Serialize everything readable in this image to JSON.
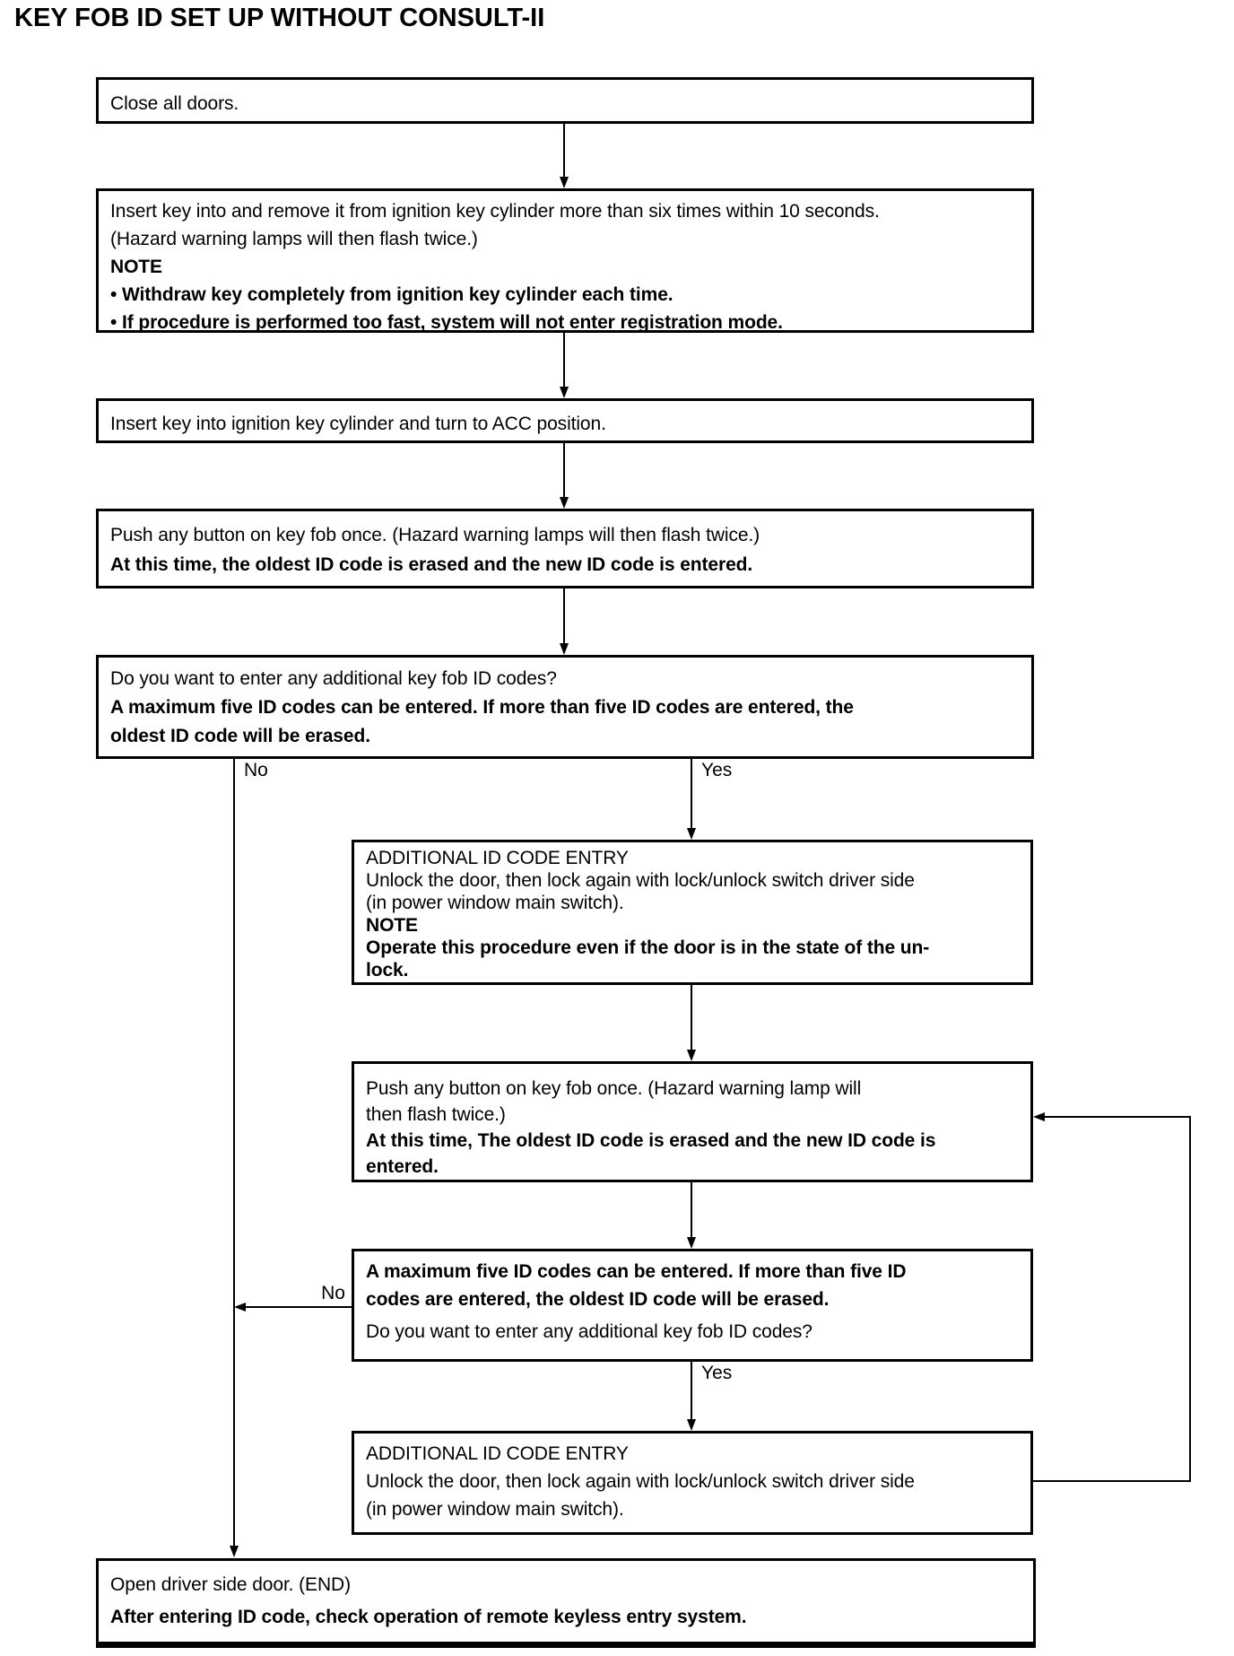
{
  "title": "KEY FOB ID SET UP WITHOUT CONSULT-II",
  "colors": {
    "line": "#000000",
    "background": "#ffffff"
  },
  "boxes": {
    "b1": {
      "lines": [
        {
          "t": "Close all doors.",
          "bold": false
        }
      ]
    },
    "b2": {
      "lines": [
        {
          "t": "Insert key into and remove it from ignition key cylinder more than six times within 10 seconds.",
          "bold": false
        },
        {
          "t": "(Hazard warning lamps will then flash twice.)",
          "bold": false
        },
        {
          "t": "NOTE",
          "bold": true
        },
        {
          "t": "• Withdraw key completely from ignition key cylinder each time.",
          "bold": true
        },
        {
          "t": "• If procedure is performed too fast, system will not enter registration mode.",
          "bold": true
        }
      ]
    },
    "b3": {
      "lines": [
        {
          "t": "Insert key into ignition key cylinder and turn to ACC position.",
          "bold": false
        }
      ]
    },
    "b4": {
      "lines": [
        {
          "t": "Push any button on key fob once. (Hazard warning lamps will then flash twice.)",
          "bold": false
        },
        {
          "t": "At this time, the oldest ID code is erased and the new ID code is entered.",
          "bold": true
        }
      ]
    },
    "b5": {
      "lines": [
        {
          "t": "Do you want to enter any additional key fob ID codes?",
          "bold": false
        },
        {
          "t": "A  maximum five ID codes can be entered. If more than five ID codes are entered, the",
          "bold": true
        },
        {
          "t": "oldest ID code will be erased.",
          "bold": true
        }
      ]
    },
    "b6": {
      "lines": [
        {
          "t": "ADDITIONAL ID CODE ENTRY",
          "bold": false
        },
        {
          "t": "Unlock the door, then lock again with lock/unlock switch driver side",
          "bold": false
        },
        {
          "t": "(in power window main switch).",
          "bold": false
        },
        {
          "t": "NOTE",
          "bold": true
        },
        {
          "t": "Operate this procedure even if the door is in the state of the un-",
          "bold": true
        },
        {
          "t": "lock.",
          "bold": true
        }
      ]
    },
    "b7": {
      "lines": [
        {
          "t": "Push any button on key fob once. (Hazard warning lamp will",
          "bold": false
        },
        {
          "t": "then flash twice.)",
          "bold": false
        },
        {
          "t": "At this time, The oldest ID code is erased and the new ID code is",
          "bold": true
        },
        {
          "t": "entered.",
          "bold": true
        }
      ]
    },
    "b8": {
      "lines": [
        {
          "t": "A  maximum five ID codes can be entered. If more than five ID",
          "bold": true
        },
        {
          "t": "codes are entered, the oldest ID code will be erased.",
          "bold": true
        },
        {
          "t": "Do you want to enter any additional key fob ID codes?",
          "bold": false
        }
      ]
    },
    "b9": {
      "lines": [
        {
          "t": "ADDITIONAL ID CODE ENTRY",
          "bold": false
        },
        {
          "t": "Unlock the door, then lock again with lock/unlock switch driver side",
          "bold": false
        },
        {
          "t": "(in power window main switch).",
          "bold": false
        }
      ]
    },
    "b10": {
      "lines": [
        {
          "t": "Open driver side door. (END)",
          "bold": false
        },
        {
          "t": "After entering ID code, check operation of remote keyless entry system.",
          "bold": true
        }
      ]
    }
  },
  "labels": {
    "no_first": "No",
    "yes_first": "Yes",
    "no_second": "No",
    "yes_second": "Yes"
  }
}
